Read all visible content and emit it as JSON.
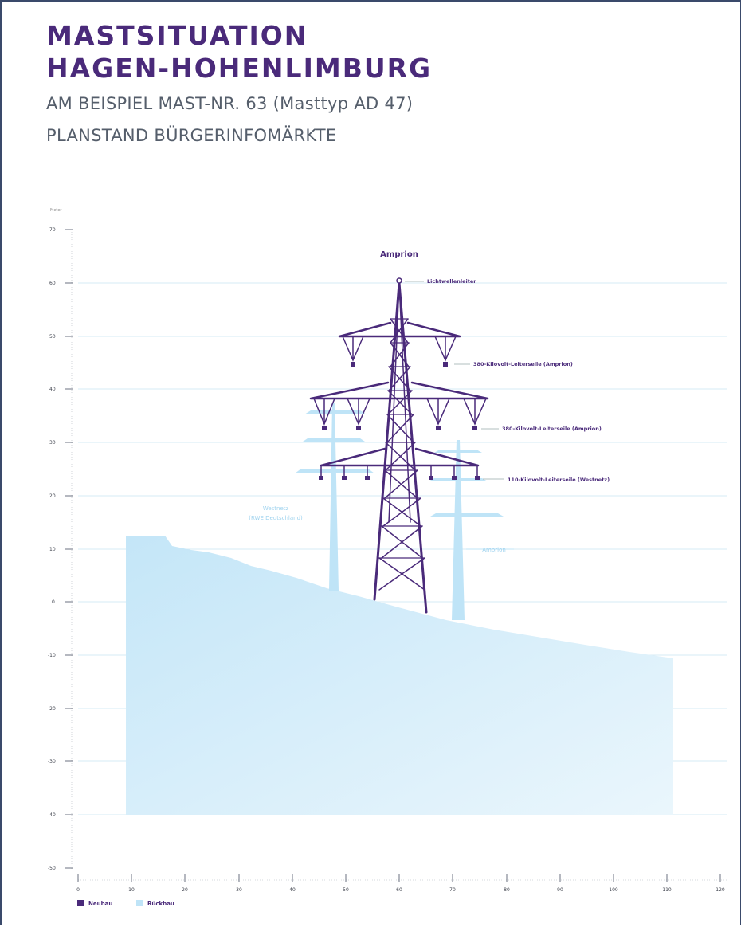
{
  "header": {
    "title_line1": "MASTSITUATION",
    "title_line2": "HAGEN-HOHENLIMBURG",
    "subtitle1": "AM BEISPIEL MAST-NR. 63 (Masttyp AD 47)",
    "subtitle2": "PLANSTAND BÜRGERINFOMÄRKTE"
  },
  "diagram": {
    "y_axis_unit": "Meter",
    "y_ticks": [
      "70",
      "60",
      "50",
      "40",
      "30",
      "20",
      "10",
      "0",
      "-10",
      "-20",
      "-30",
      "-40",
      "-50"
    ],
    "x_ticks": [
      "0",
      "10",
      "20",
      "30",
      "40",
      "50",
      "60",
      "70",
      "80",
      "90",
      "100",
      "110",
      "120"
    ],
    "labels": {
      "operator_top": "Amprion",
      "fiber": "Lichtwellenleiter",
      "cond_380_top": "380-Kilovolt-Leiterseile (Amprion)",
      "cond_380_mid": "380-Kilovolt-Leiterseile (Amprion)",
      "cond_110": "110-Kilovolt-Leiterseile (Westnetz)",
      "old_left_1": "Westnetz",
      "old_left_2": "(RWE Deutschland)",
      "old_right": "Amprion"
    },
    "legend": {
      "new": "Neubau",
      "old": "Rückbau"
    },
    "colors": {
      "new": "#4a2a7a",
      "old": "#bfe4f7",
      "grid": "#cfe6f2"
    }
  }
}
